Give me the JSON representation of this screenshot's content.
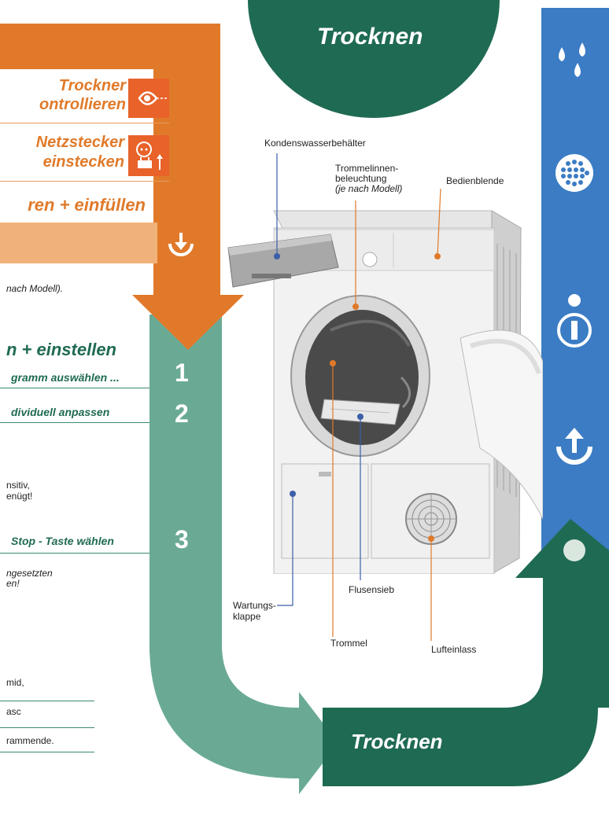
{
  "header": {
    "title": "Trocknen"
  },
  "footer": {
    "title": "Trocknen"
  },
  "left": {
    "item1_line1": "Trockner",
    "item1_line2": "ontrollieren",
    "item2_line1": "Netzstecker",
    "item2_line2": "einstecken",
    "item3": "ren + einfüllen",
    "note1": "nach Modell).",
    "section_title": "n + einstellen",
    "step1_text": "gramm auswählen ...",
    "step1_num": "1",
    "step2_text": "dividuell anpassen",
    "step2_num": "2",
    "note2_l1": "nsitiv,",
    "note2_l2": "enügt!",
    "step3_text": "Stop - Taste wählen",
    "step3_num": "3",
    "note3_l1": "ngesetzten",
    "note3_l2": "en!",
    "list1": "mid,",
    "list2": "asc",
    "list3": "rammende."
  },
  "labels": {
    "kondens": "Kondenswasserbehälter",
    "trommel_l1": "Trommelinnen-",
    "trommel_l2": "beleuchtung",
    "trommel_l3": "(je nach Modell)",
    "bedien": "Bedienblende",
    "wartung_l1": "Wartungs-",
    "wartung_l2": "klappe",
    "flusen": "Flusensieb",
    "trommel": "Trommel",
    "luft": "Lufteinlass"
  },
  "colors": {
    "orange": "#e07a2a",
    "light_orange": "#f0b27a",
    "teal": "#5fa891",
    "dark_green": "#1f6a53",
    "blue": "#3b7cc4"
  },
  "icons": [
    "eye-icon",
    "plug-icon",
    "down-arrow-icon",
    "drops-icon",
    "sieve-icon",
    "info-icon",
    "up-arrow-icon",
    "dot-icon"
  ]
}
